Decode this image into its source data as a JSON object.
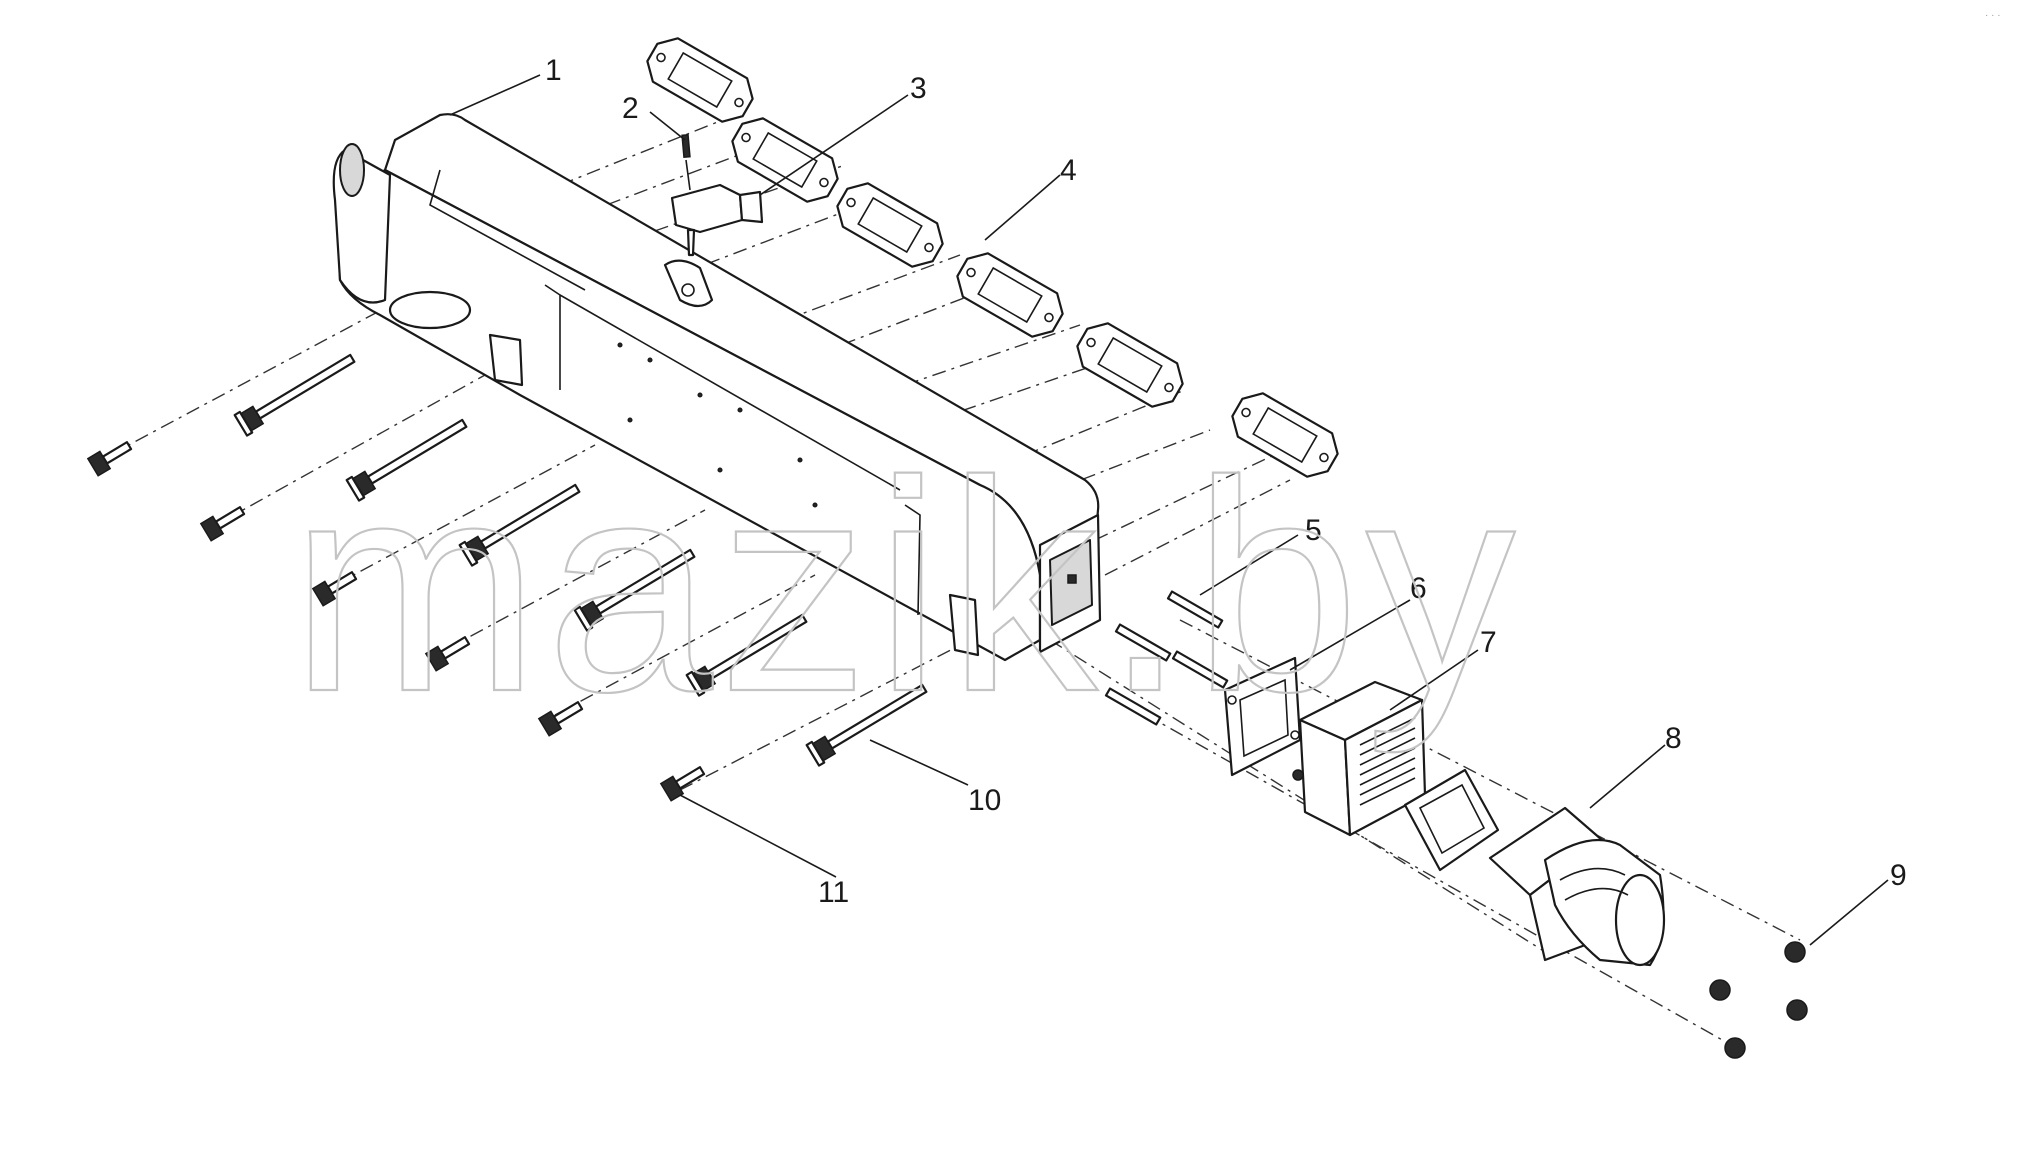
{
  "watermark": "mazik.by",
  "corner_mark": "· · ·",
  "callouts": [
    {
      "num": "1"
    },
    {
      "num": "2"
    },
    {
      "num": "3"
    },
    {
      "num": "4"
    },
    {
      "num": "5"
    },
    {
      "num": "6"
    },
    {
      "num": "7"
    },
    {
      "num": "8"
    },
    {
      "num": "9"
    },
    {
      "num": "10"
    },
    {
      "num": "11"
    }
  ]
}
